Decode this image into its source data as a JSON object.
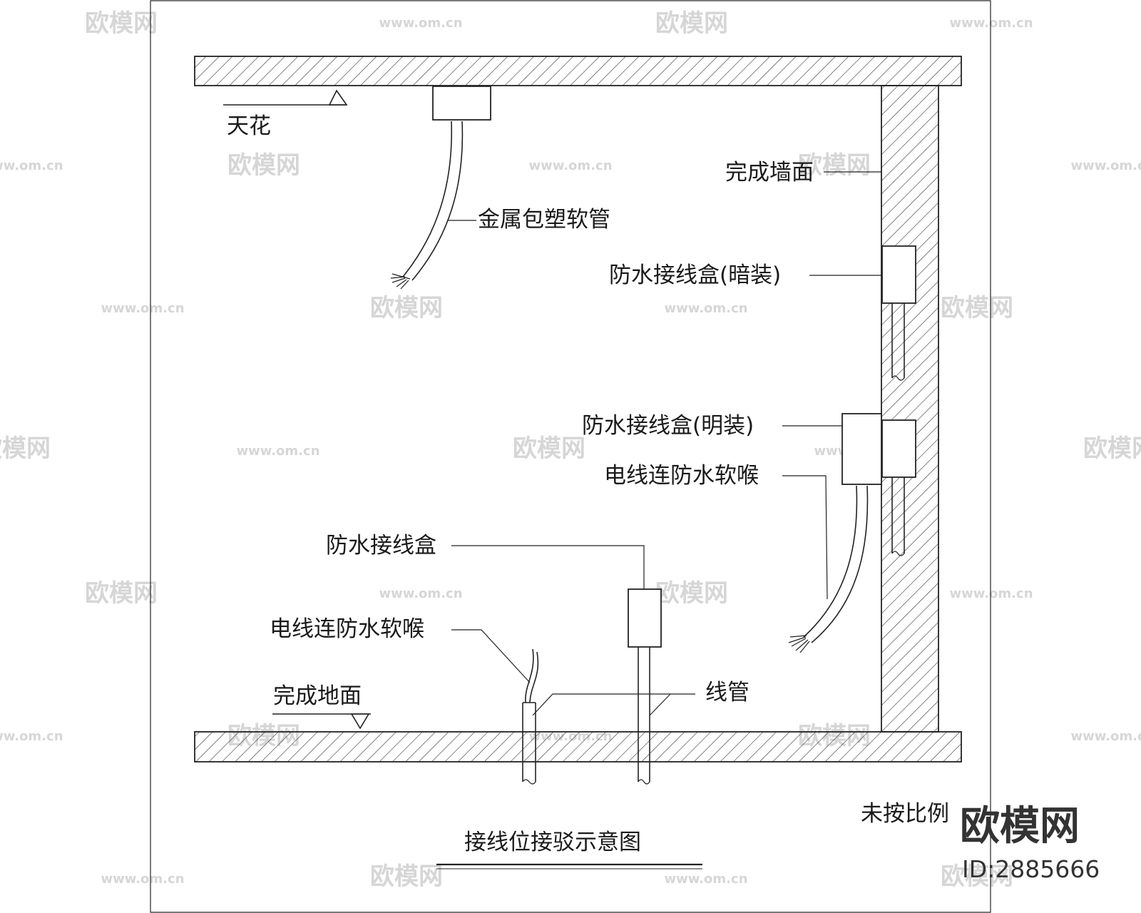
{
  "labels": {
    "ceiling": "天花",
    "metal_conduit": "金属包塑软管",
    "finished_wall": "完成墙面",
    "box_concealed": "防水接线盒(暗装)",
    "box_surface": "防水接线盒(明装)",
    "wire_sleeve_right": "电线连防水软喉",
    "box_floor": "防水接线盒",
    "wire_sleeve_left": "电线连防水软喉",
    "finished_floor": "完成地面",
    "conduit": "线管",
    "not_to_scale": "未按比例",
    "title": "接线位接驳示意图"
  },
  "watermark": {
    "brand": "欧模网",
    "url": "www.om.cn",
    "id_text": "ID:2885666"
  },
  "colors": {
    "line": "#222222",
    "watermark": "#d6d6d6",
    "brand": "#333333"
  }
}
